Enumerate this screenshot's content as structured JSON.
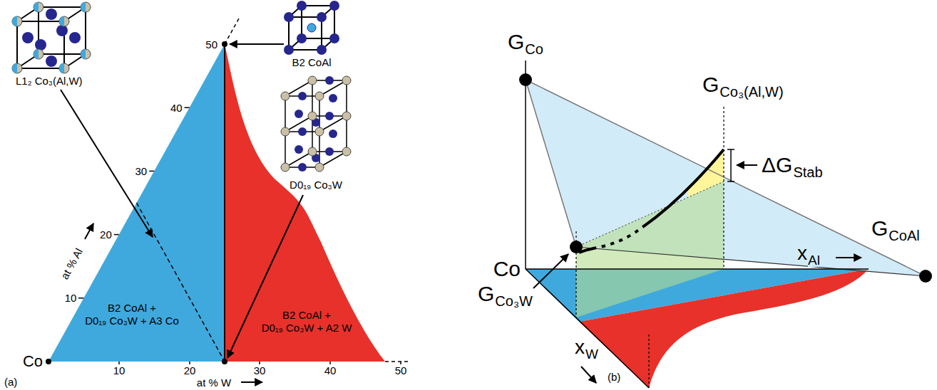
{
  "diagram": {
    "nodes": [
      {
        "text": [
          "B2 CoAl +",
          "D0₁₉ Co₃W + A3 Co"
        ]
      },
      {
        "text": [
          "B2 CoAl +",
          "D0₁₉ Co₃W + A2 W"
        ]
      }
    ],
    "labels": [
      "L1₂ Co₃(Al,W)",
      "B2 CoAl",
      "D0₁₉ Co₃W",
      "50",
      "40",
      "30",
      "20",
      "10",
      "at % Al",
      "Co",
      "10",
      "20",
      "30",
      "40",
      "50",
      "at % W",
      "(a)",
      "G",
      "Co",
      "G",
      "Co₃(Al,W)",
      "ΔG",
      "Stab",
      "Co",
      "G",
      "CoAl",
      "x",
      "Al",
      "G",
      "Co₃W",
      "x",
      "W",
      "(b)"
    ]
  }
}
